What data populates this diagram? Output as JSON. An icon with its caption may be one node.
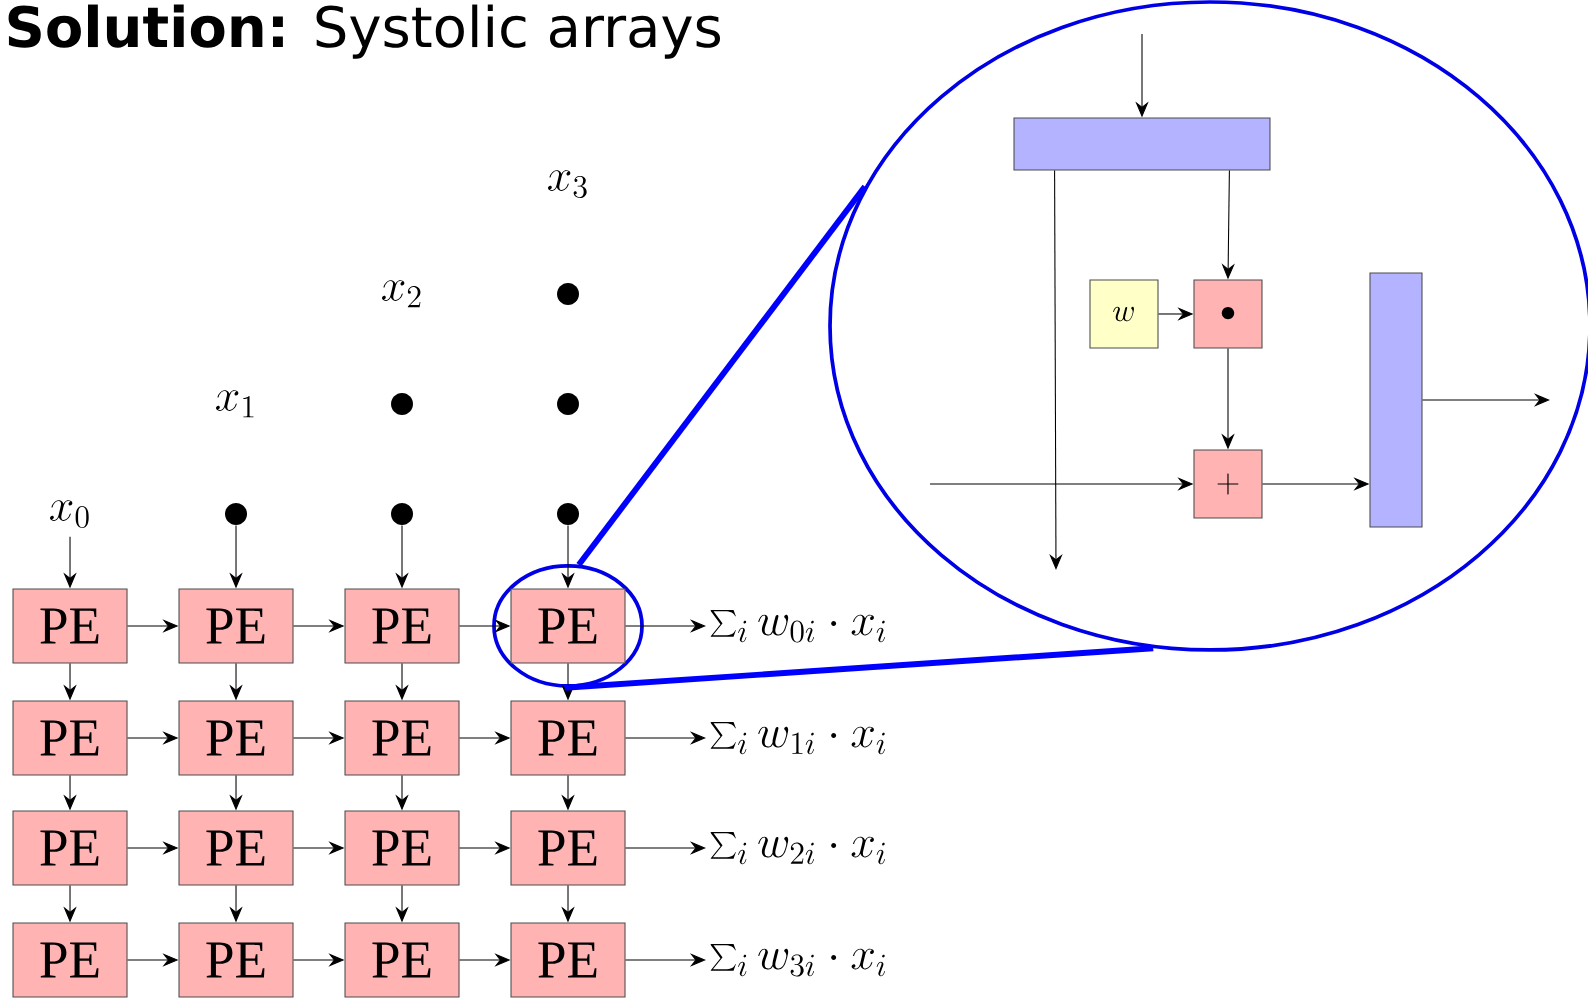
{
  "diagram": {
    "title": "**Solution:** Systolic arrays",
    "nodes": [
      {
        "text": [
          "x_0"
        ]
      },
      {
        "text": [
          "x_1"
        ]
      },
      {
        "text": [
          "x_2"
        ]
      },
      {
        "text": [
          "x_3"
        ]
      },
      {
        "text": [],
        "shape": "circle"
      },
      {
        "text": [],
        "shape": "circle"
      },
      {
        "text": [],
        "shape": "circle"
      },
      {
        "text": [],
        "shape": "circle"
      },
      {
        "text": [],
        "shape": "circle"
      },
      {
        "text": [],
        "shape": "circle"
      },
      {
        "text": [],
        "shape": "ellipse"
      },
      {
        "text": [
          "PE"
        ]
      },
      {
        "text": [
          "PE"
        ]
      },
      {
        "text": [
          "PE"
        ]
      },
      {
        "text": [
          "PE"
        ],
        "in": 10
      },
      {
        "text": [
          "PE"
        ]
      },
      {
        "text": [
          "PE"
        ]
      },
      {
        "text": [
          "PE"
        ]
      },
      {
        "text": [
          "PE"
        ]
      },
      {
        "text": [
          "PE"
        ]
      },
      {
        "text": [
          "PE"
        ]
      },
      {
        "text": [
          "PE"
        ]
      },
      {
        "text": [
          "PE"
        ]
      },
      {
        "text": [
          "PE"
        ]
      },
      {
        "text": [
          "PE"
        ]
      },
      {
        "text": [
          "PE"
        ]
      },
      {
        "text": [
          "PE"
        ]
      },
      {
        "text": [
          "\\sum_i w_{0i} \\cdot x_i"
        ]
      },
      {
        "text": [
          "\\sum_i w_{1i} \\cdot x_i"
        ]
      },
      {
        "text": [
          "\\sum_i w_{2i} \\cdot x_i"
        ]
      },
      {
        "text": [
          "\\sum_i w_{3i} \\cdot x_i"
        ]
      },
      {
        "text": [],
        "shape": "ellipse"
      },
      {
        "text": [],
        "shape": "bar",
        "in": 31
      },
      {
        "text": [
          "w"
        ],
        "in": 31
      },
      {
        "text": [
          "\\bullet"
        ],
        "in": 31
      },
      {
        "text": [
          "+"
        ],
        "in": 31
      },
      {
        "text": [],
        "shape": "bar",
        "in": 31
      }
    ],
    "edges": [
      {
        "from": 0,
        "to": 11,
        "arrow": "to"
      },
      {
        "from": 4,
        "to": 12,
        "arrow": "to"
      },
      {
        "from": 6,
        "to": 13,
        "arrow": "to"
      },
      {
        "from": 9,
        "to": 14,
        "arrow": "to"
      },
      {
        "from": 11,
        "to": 12,
        "arrow": "to"
      },
      {
        "from": 12,
        "to": 13,
        "arrow": "to"
      },
      {
        "from": 13,
        "to": 14,
        "arrow": "to"
      },
      {
        "from": 14,
        "to": 27,
        "arrow": "to"
      },
      {
        "from": 15,
        "to": 16,
        "arrow": "to"
      },
      {
        "from": 16,
        "to": 17,
        "arrow": "to"
      },
      {
        "from": 17,
        "to": 18,
        "arrow": "to"
      },
      {
        "from": 18,
        "to": 28,
        "arrow": "to"
      },
      {
        "from": 19,
        "to": 20,
        "arrow": "to"
      },
      {
        "from": 20,
        "to": 21,
        "arrow": "to"
      },
      {
        "from": 21,
        "to": 22,
        "arrow": "to"
      },
      {
        "from": 22,
        "to": 29,
        "arrow": "to"
      },
      {
        "from": 23,
        "to": 24,
        "arrow": "to"
      },
      {
        "from": 24,
        "to": 25,
        "arrow": "to"
      },
      {
        "from": 25,
        "to": 26,
        "arrow": "to"
      },
      {
        "from": 26,
        "to": 30,
        "arrow": "to"
      },
      {
        "from": 11,
        "to": 15,
        "arrow": "to"
      },
      {
        "from": 12,
        "to": 16,
        "arrow": "to"
      },
      {
        "from": 13,
        "to": 17,
        "arrow": "to"
      },
      {
        "from": 14,
        "to": 18,
        "arrow": "to"
      },
      {
        "from": 15,
        "to": 19,
        "arrow": "to"
      },
      {
        "from": 16,
        "to": 20,
        "arrow": "to"
      },
      {
        "from": 17,
        "to": 21,
        "arrow": "to"
      },
      {
        "from": 18,
        "to": 22,
        "arrow": "to"
      },
      {
        "from": 19,
        "to": 23,
        "arrow": "to"
      },
      {
        "from": 20,
        "to": 24,
        "arrow": "to"
      },
      {
        "from": 21,
        "to": 25,
        "arrow": "to"
      },
      {
        "from": 22,
        "to": 26,
        "arrow": "to"
      },
      {
        "from": 10,
        "to": 31,
        "arrow": "none",
        "style": "thick",
        "color": "#0000ff"
      },
      {
        "from": 10,
        "to": 31,
        "arrow": "none",
        "style": "thick",
        "color": "#0000ff"
      },
      {
        "from": null,
        "to": 32,
        "arrow": "to"
      },
      {
        "from": 32,
        "to": null,
        "arrow": "to"
      },
      {
        "from": 32,
        "to": 34,
        "arrow": "to"
      },
      {
        "from": 33,
        "to": 34,
        "arrow": "to"
      },
      {
        "from": 34,
        "to": 35,
        "arrow": "to"
      },
      {
        "from": null,
        "to": 35,
        "arrow": "to"
      },
      {
        "from": 35,
        "to": 36,
        "arrow": "to"
      },
      {
        "from": 36,
        "to": null,
        "arrow": "to"
      }
    ]
  }
}
